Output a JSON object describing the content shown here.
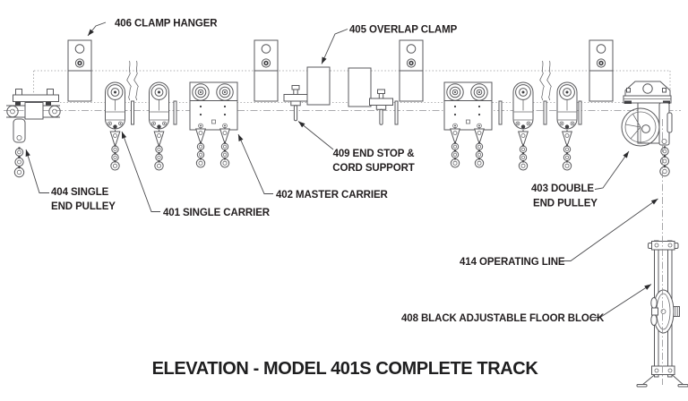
{
  "diagram": {
    "title": "ELEVATION - MODEL 401S COMPLETE TRACK",
    "callouts": {
      "clamp_hanger": "406 CLAMP HANGER",
      "overlap_clamp": "405 OVERLAP CLAMP",
      "end_stop_line1": "409 END STOP &",
      "end_stop_line2": "CORD SUPPORT",
      "single_end_pulley_line1": "404 SINGLE",
      "single_end_pulley_line2": "END PULLEY",
      "single_carrier": "401 SINGLE CARRIER",
      "master_carrier": "402 MASTER CARRIER",
      "double_end_pulley_line1": "403 DOUBLE",
      "double_end_pulley_line2": "END PULLEY",
      "operating_line": "414 OPERATING LINE",
      "floor_block": "408 BLACK ADJUSTABLE FLOOR BLOCK"
    },
    "colors": {
      "background": "#ffffff",
      "drawing_line": "#59595c",
      "reference_line": "#8f8f92",
      "text": "#231f20"
    }
  }
}
